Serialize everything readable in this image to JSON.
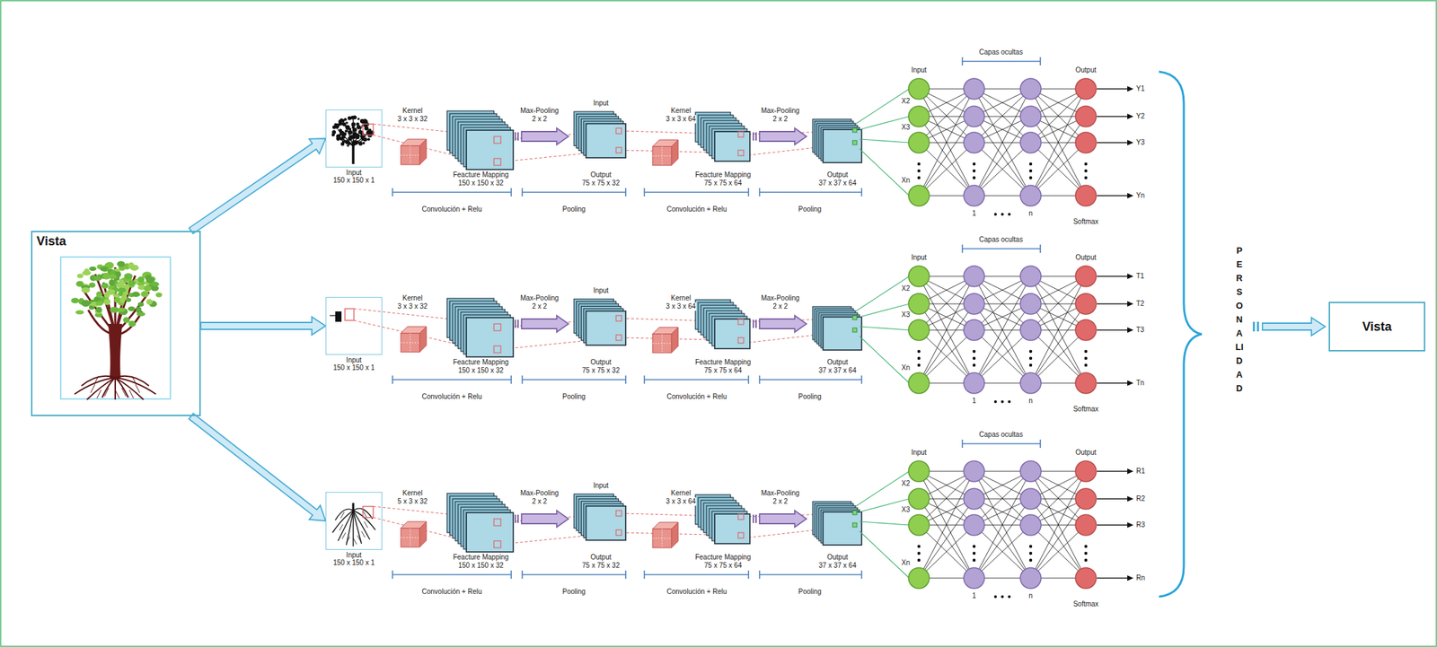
{
  "diagram": {
    "nodes": [
      {
        "text": [
          "Vista"
        ]
      },
      {
        "text": [
          "Input",
          "150 x 150 x 1"
        ]
      },
      {
        "text": [
          "Input",
          "150 x 150 x 1"
        ]
      },
      {
        "text": [
          "Input",
          "150 x 150 x 1"
        ]
      },
      {
        "text": [
          "Vista"
        ]
      }
    ],
    "edges": [
      {
        "from": 0,
        "to": 1,
        "arrow": "to"
      },
      {
        "from": 0,
        "to": 2,
        "arrow": "to"
      },
      {
        "from": 0,
        "to": 3,
        "arrow": "to"
      }
    ],
    "labels": [
      "Kernel",
      "3 x 3 x 32",
      "Feacture Mapping",
      "150 x 150 x 32",
      "Max-Pooling",
      "2 x 2",
      "Input",
      "Output",
      "75 x 75 x 32",
      "Kernel",
      "3 x 3 x 64",
      "Feacture Mapping",
      "75 x 75 x 64",
      "Max-Pooling",
      "2 x 2",
      "Output",
      "37 x 37 x 64",
      "Convolución + Relu",
      "Pooling",
      "Convolución + Relu",
      "Pooling",
      "Input",
      "Capas ocultas",
      "Output",
      "X2",
      "X3",
      "Xn",
      "1",
      "n",
      "Softmax",
      "Y1",
      "Y2",
      "Y3",
      "Yn",
      "Kernel",
      "3 x 3 x 32",
      "Feacture Mapping",
      "150 x 150 x 32",
      "Max-Pooling",
      "2 x 2",
      "Input",
      "Output",
      "75 x 75 x 32",
      "Kernel",
      "3 x 3 x 64",
      "Feacture Mapping",
      "75 x 75 x 64",
      "Max-Pooling",
      "2 x 2",
      "Output",
      "37 x 37 x 64",
      "Convolución + Relu",
      "Pooling",
      "Convolución + Relu",
      "Pooling",
      "Input",
      "Capas ocultas",
      "Output",
      "X2",
      "X3",
      "Xn",
      "1",
      "n",
      "Softmax",
      "T1",
      "T2",
      "T3",
      "Tn",
      "Kernel",
      "5 x 3 x 32",
      "Feacture Mapping",
      "150 x 150 x 32",
      "Max-Pooling",
      "2 x 2",
      "Input",
      "Output",
      "75 x 75 x 32",
      "Kernel",
      "3 x 3 x 64",
      "Feacture Mapping",
      "75 x 75 x 64",
      "Max-Pooling",
      "2 x 2",
      "Output",
      "37 x 37 x 64",
      "Convolución + Relu",
      "Pooling",
      "Convolución + Relu",
      "Pooling",
      "Input",
      "Capas ocultas",
      "Output",
      "X2",
      "X3",
      "Xn",
      "1",
      "n",
      "Softmax",
      "R1",
      "R2",
      "R3",
      "Rn",
      "PERSONALIDAD"
    ]
  }
}
